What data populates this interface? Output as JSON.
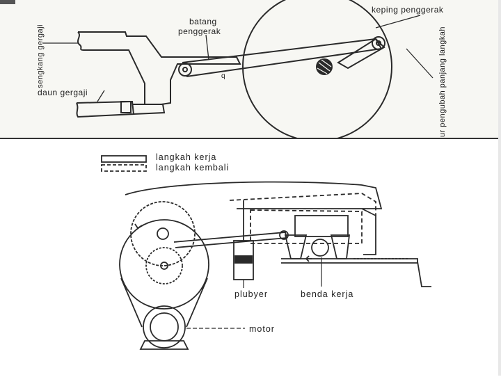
{
  "top_diagram": {
    "labels": {
      "batang_line1": "batang",
      "batang_line2": "penggerak",
      "keping": "keping penggerak",
      "sengkang": "sengkang gergaji",
      "daun": "daun gergaji",
      "alur": "alur pengubah panjang langkah",
      "small_mark": "q"
    }
  },
  "bottom_diagram": {
    "legend": {
      "kerja": "langkah kerja",
      "kembali": "langkah kembali"
    },
    "labels": {
      "plubyer": "plubyer",
      "benda": "benda kerja",
      "motor": "motor"
    }
  },
  "colors": {
    "ink": "#2a2a2a",
    "paper_top": "#f7f7f3",
    "divider": "#333333"
  }
}
